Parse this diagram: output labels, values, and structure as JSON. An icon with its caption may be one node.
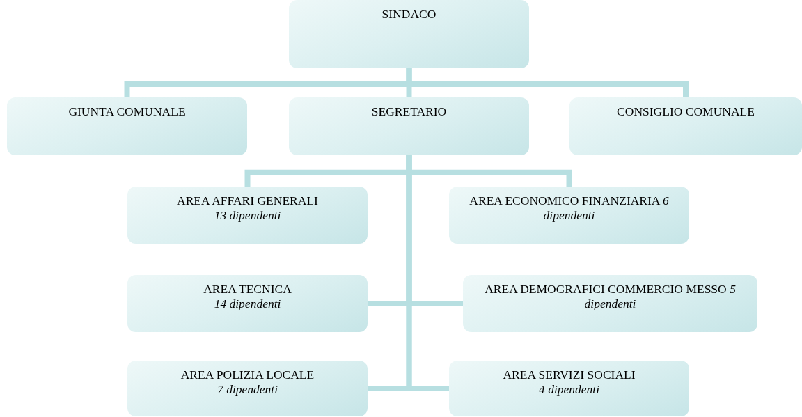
{
  "diagram": {
    "nodes": [
      {
        "text": [
          "SINDACO"
        ]
      },
      {
        "text": [
          "GIUNTA COMUNALE"
        ]
      },
      {
        "text": [
          "SEGRETARIO"
        ]
      },
      {
        "text": [
          "CONSIGLIO COMUNALE"
        ]
      },
      {
        "text": [
          "AREA AFFARI GENERALI",
          "13 dipendenti"
        ]
      },
      {
        "text": [
          "AREA ECONOMICO FINANZIARIA  *6 dipendenti*"
        ]
      },
      {
        "text": [
          "AREA TECNICA",
          "14 dipendenti"
        ]
      },
      {
        "text": [
          "AREA DEMOGRAFICI COMMERCIO MESSO *5 dipendenti*"
        ]
      },
      {
        "text": [
          "AREA POLIZIA LOCALE",
          "7 dipendenti"
        ]
      },
      {
        "text": [
          "AREA SERVIZI SOCIALI",
          "4 dipendenti"
        ]
      }
    ],
    "edges": [
      {
        "from": 0,
        "to": 1,
        "arrow": "none"
      },
      {
        "from": 0,
        "to": 2,
        "arrow": "none"
      },
      {
        "from": 0,
        "to": 3,
        "arrow": "none"
      },
      {
        "from": 2,
        "to": 4,
        "arrow": "none"
      },
      {
        "from": 2,
        "to": 5,
        "arrow": "none"
      },
      {
        "from": 2,
        "to": 6,
        "arrow": "none"
      },
      {
        "from": 2,
        "to": 7,
        "arrow": "none"
      },
      {
        "from": 2,
        "to": 8,
        "arrow": "none"
      },
      {
        "from": 2,
        "to": 9,
        "arrow": "none"
      }
    ]
  }
}
